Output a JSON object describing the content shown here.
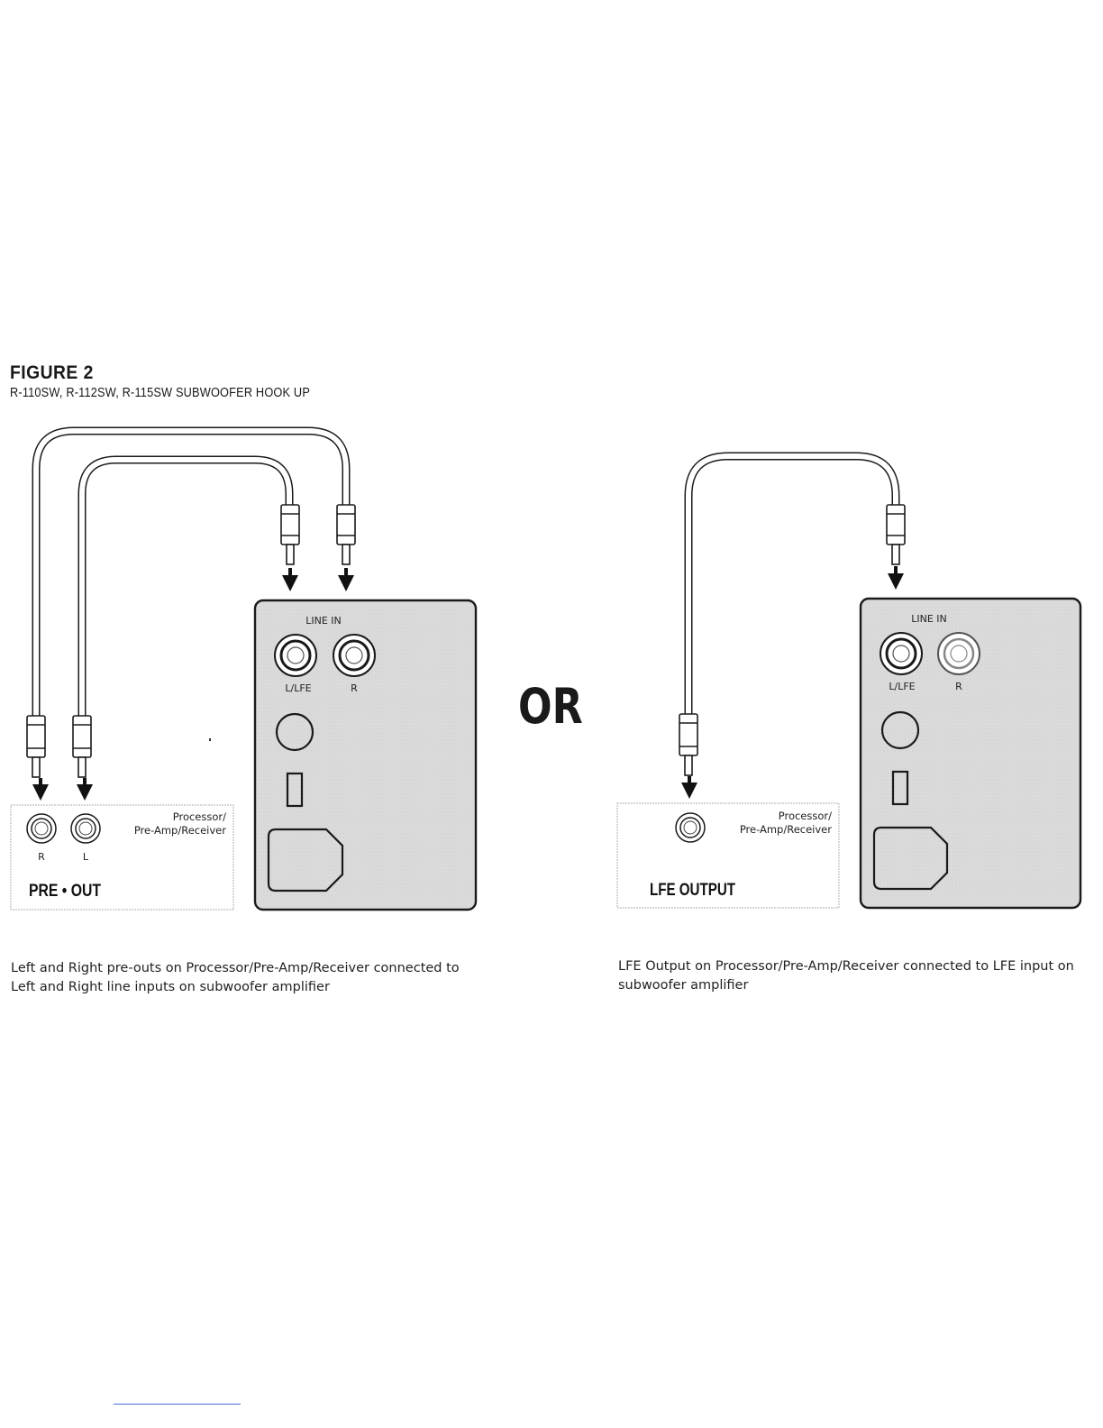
{
  "figure": {
    "title": "FIGURE 2",
    "subtitle": "R-110SW, R-112SW, R-115SW SUBWOOFER HOOK UP"
  },
  "separator": "OR",
  "left_panel": {
    "sub_line_in_label": "LINE IN",
    "sub_jack_lfe_label": "L/LFE",
    "sub_jack_r_label": "R",
    "receiver_label_line1": "Processor/",
    "receiver_label_line2": "Pre-Amp/Receiver",
    "receiver_jack_r_label": "R",
    "receiver_jack_l_label": "L",
    "receiver_output_label": "PRE • OUT",
    "caption_line1": "Left and Right pre-outs on Processor/Pre-Amp/Receiver connected to",
    "caption_line2": "Left and Right line inputs on subwoofer amplifier"
  },
  "right_panel": {
    "sub_line_in_label": "LINE IN",
    "sub_jack_lfe_label": "L/LFE",
    "sub_jack_r_label": "R",
    "receiver_label_line1": "Processor/",
    "receiver_label_line2": "Pre-Amp/Receiver",
    "receiver_output_label": "LFE OUTPUT",
    "caption_line1": "LFE Output on Processor/Pre-Amp/Receiver connected to LFE input on",
    "caption_line2": "subwoofer amplifier"
  },
  "colors": {
    "panel_fill": "#d9d9d9",
    "line": "#1a1a1a",
    "receiver_border": "#bdbdbd"
  }
}
